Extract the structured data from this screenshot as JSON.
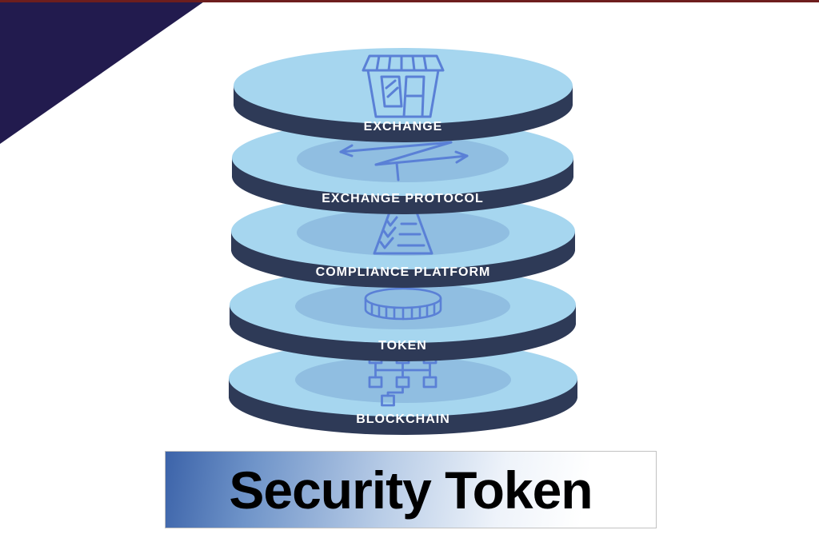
{
  "diagram": {
    "title": "Security Token",
    "layers": [
      {
        "label": "EXCHANGE",
        "icon": "storefront-icon"
      },
      {
        "label": "EXCHANGE PROTOCOL",
        "icon": "exchange-arrows-icon"
      },
      {
        "label": "COMPLIANCE PLATFORM",
        "icon": "checklist-icon"
      },
      {
        "label": "TOKEN",
        "icon": "coin-icon"
      },
      {
        "label": "BLOCKCHAIN",
        "icon": "network-nodes-icon"
      }
    ]
  },
  "colors": {
    "disc_top": "#a6d6ef",
    "disc_side": "#2e3a57",
    "icon_stroke": "#5a80d6",
    "label_text": "#ffffff",
    "triangle": "#221b4e",
    "banner_blue": "#3c63a9",
    "title_text": "#000000",
    "top_line": "#6e1e1e"
  }
}
